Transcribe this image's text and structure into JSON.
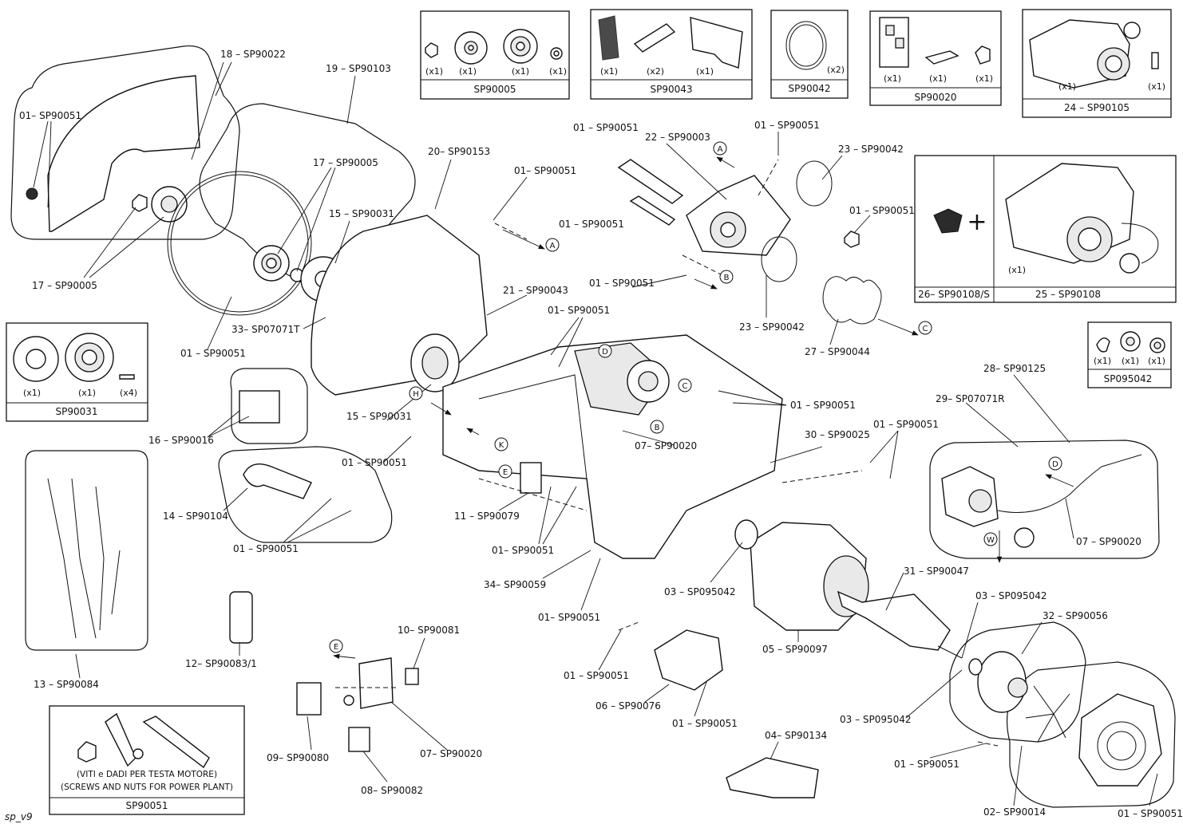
{
  "corner_tag": "sp_v9",
  "callouts": [
    {
      "id": "c18",
      "text": "18 – SP90022"
    },
    {
      "id": "c19",
      "text": "19 – SP90103"
    },
    {
      "id": "c01a",
      "text": "01– SP90051"
    },
    {
      "id": "c17a",
      "text": "17 – SP90005"
    },
    {
      "id": "c15a",
      "text": "15 – SP90031"
    },
    {
      "id": "c20",
      "text": "20– SP90153"
    },
    {
      "id": "c01b",
      "text": "01– SP90051"
    },
    {
      "id": "c17b",
      "text": "17 – SP90005"
    },
    {
      "id": "c01c",
      "text": "01 – SP90051"
    },
    {
      "id": "c33",
      "text": "33– SP07071T"
    },
    {
      "id": "c21",
      "text": "21 – SP90043"
    },
    {
      "id": "c01d",
      "text": "01 – SP90051"
    },
    {
      "id": "c22",
      "text": "22 – SP90003"
    },
    {
      "id": "c01e",
      "text": "01 – SP90051"
    },
    {
      "id": "c23a",
      "text": "23 – SP90042"
    },
    {
      "id": "c01f",
      "text": "01 – SP90051"
    },
    {
      "id": "c01g",
      "text": "01 – SP90051"
    },
    {
      "id": "c01h",
      "text": "01 – SP90051"
    },
    {
      "id": "c23b",
      "text": "23 – SP90042"
    },
    {
      "id": "c27",
      "text": "27 – SP90044"
    },
    {
      "id": "c01i",
      "text": "01– SP90051"
    },
    {
      "id": "c16",
      "text": "16 – SP90016"
    },
    {
      "id": "c15b",
      "text": "15 – SP90031"
    },
    {
      "id": "c01j",
      "text": "01 – SP90051"
    },
    {
      "id": "c07a",
      "text": "07– SP90020"
    },
    {
      "id": "c01k",
      "text": "01 – SP90051"
    },
    {
      "id": "c30",
      "text": "30 – SP90025"
    },
    {
      "id": "c01l",
      "text": "01 – SP90051"
    },
    {
      "id": "c28",
      "text": "28– SP90125"
    },
    {
      "id": "c29",
      "text": "29– SP07071R"
    },
    {
      "id": "c14",
      "text": "14 – SP90104"
    },
    {
      "id": "c11",
      "text": "11 – SP90079"
    },
    {
      "id": "c01m",
      "text": "01 – SP90051"
    },
    {
      "id": "c01n",
      "text": "01– SP90051"
    },
    {
      "id": "c07b",
      "text": "07 – SP90020"
    },
    {
      "id": "c34",
      "text": "34– SP90059"
    },
    {
      "id": "c03a",
      "text": "03 – SP095042"
    },
    {
      "id": "c31",
      "text": "31 – SP90047"
    },
    {
      "id": "c03b",
      "text": "03 – SP095042"
    },
    {
      "id": "c01o",
      "text": "01– SP90051"
    },
    {
      "id": "c05",
      "text": "05 – SP90097"
    },
    {
      "id": "c32",
      "text": "32 – SP90056"
    },
    {
      "id": "c12",
      "text": "12– SP90083/1"
    },
    {
      "id": "c10",
      "text": "10– SP90081"
    },
    {
      "id": "c13",
      "text": "13 – SP90084"
    },
    {
      "id": "c01p",
      "text": "01 – SP90051"
    },
    {
      "id": "c06",
      "text": "06 – SP90076"
    },
    {
      "id": "c01q",
      "text": "01 – SP90051"
    },
    {
      "id": "c03c",
      "text": "03 – SP095042"
    },
    {
      "id": "c04",
      "text": "04– SP90134"
    },
    {
      "id": "c09",
      "text": "09– SP90080"
    },
    {
      "id": "c07c",
      "text": "07– SP90020"
    },
    {
      "id": "c08",
      "text": "08– SP90082"
    },
    {
      "id": "c01r",
      "text": "01 – SP90051"
    },
    {
      "id": "c02",
      "text": "02– SP90014"
    },
    {
      "id": "c01s",
      "text": "01 – SP90051"
    }
  ],
  "kits": [
    {
      "id": "k1",
      "name": "SP90005",
      "quantities": [
        "(x1)",
        "(x1)",
        "(x1)",
        "(x1)"
      ]
    },
    {
      "id": "k2",
      "name": "SP90043",
      "quantities": [
        "(x1)",
        "(x2)",
        "(x1)"
      ]
    },
    {
      "id": "k3",
      "name": "SP90042",
      "quantities": [
        "(x2)"
      ]
    },
    {
      "id": "k4",
      "name": "SP90020",
      "quantities": [
        "(x1)",
        "(x1)",
        "(x1)"
      ]
    },
    {
      "id": "k5",
      "name": "24 – SP90105",
      "quantities": [
        "(x1)",
        "(x1)"
      ]
    },
    {
      "id": "k6",
      "name": "26– SP90108/S",
      "quantities": []
    },
    {
      "id": "k7",
      "name": "25 – SP90108",
      "quantities": [
        "(x1)"
      ]
    },
    {
      "id": "k8",
      "name": "SP095042",
      "quantities": [
        "(x1)",
        "(x1)",
        "(x1)"
      ]
    },
    {
      "id": "k9",
      "name": "SP90031",
      "quantities": [
        "(x1)",
        "(x1)",
        "(x4)"
      ]
    },
    {
      "id": "k10",
      "name": "SP90051",
      "quantities": [],
      "notes": [
        "(VITI e DADI PER TESTA MOTORE)",
        "(SCREWS AND NUTS FOR POWER PLANT)"
      ]
    }
  ],
  "plus_sign": "+",
  "direction_letters": [
    "A",
    "A",
    "B",
    "B",
    "C",
    "C",
    "D",
    "D",
    "E",
    "E",
    "H",
    "K",
    "W"
  ]
}
